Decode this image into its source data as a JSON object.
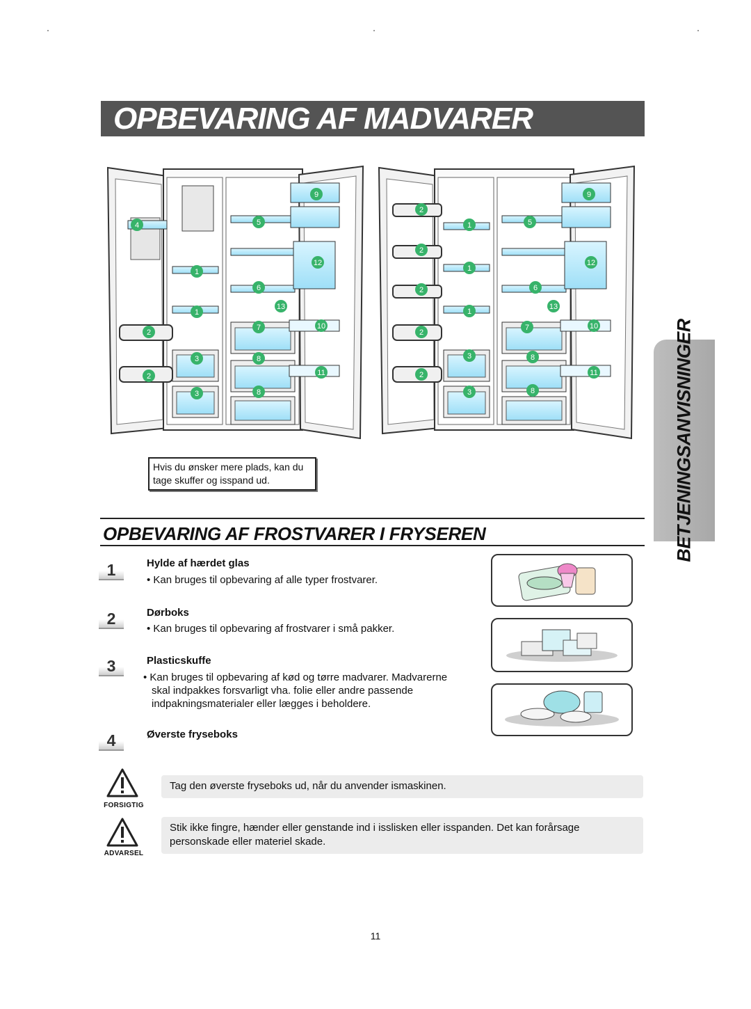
{
  "page_title": "OPBEVARING AF MADVARER",
  "side_tab": "BETJENINGSANVISNINGER",
  "diagram": {
    "left_fridge_labels": [
      "4",
      "5",
      "9",
      "12",
      "1",
      "1",
      "6",
      "13",
      "2",
      "7",
      "10",
      "3",
      "8",
      "11",
      "2",
      "3",
      "8"
    ],
    "right_fridge_labels": [
      "2",
      "1",
      "5",
      "9",
      "2",
      "12",
      "1",
      "2",
      "6",
      "1",
      "13",
      "2",
      "7",
      "10",
      "3",
      "8",
      "11",
      "2",
      "3",
      "8"
    ]
  },
  "note": "Hvis du ønsker mere plads, kan du tage skuffer og isspand ud.",
  "section_title": "OPBEVARING AF FROSTVARER I FRYSEREN",
  "items": [
    {
      "num": "1",
      "heading": "Hylde af hærdet glas",
      "text": "• Kan bruges til opbevaring af alle typer frostvarer."
    },
    {
      "num": "2",
      "heading": "Dørboks",
      "text": "• Kan bruges til opbevaring af frostvarer i små pakker."
    },
    {
      "num": "3",
      "heading": "Plasticskuffe",
      "text_lines": [
        "• Kan bruges til opbevaring af kød og tørre madvarer. Madvarerne",
        "skal indpakkes forsvarligt vha. folie eller andre passende",
        "indpakningsmaterialer eller lægges i beholdere."
      ]
    },
    {
      "num": "4",
      "heading": "Øverste fryseboks"
    }
  ],
  "caution": {
    "label": "FORSIGTIG",
    "text": "Tag den øverste fryseboks ud, når du anvender ismaskinen."
  },
  "warning": {
    "label": "ADVARSEL",
    "text_lines": [
      "Stik ikke fingre, hænder eller genstande ind i isslisken eller isspanden. Det kan forårsage",
      "personskade eller materiel skade."
    ]
  },
  "page_number": "11",
  "colors": {
    "title_bar": "#545454",
    "shelf_blue": "#bfeeff",
    "label_green": "#37b36a"
  },
  "icons": [
    "caution-triangle-icon",
    "warning-triangle-icon"
  ]
}
